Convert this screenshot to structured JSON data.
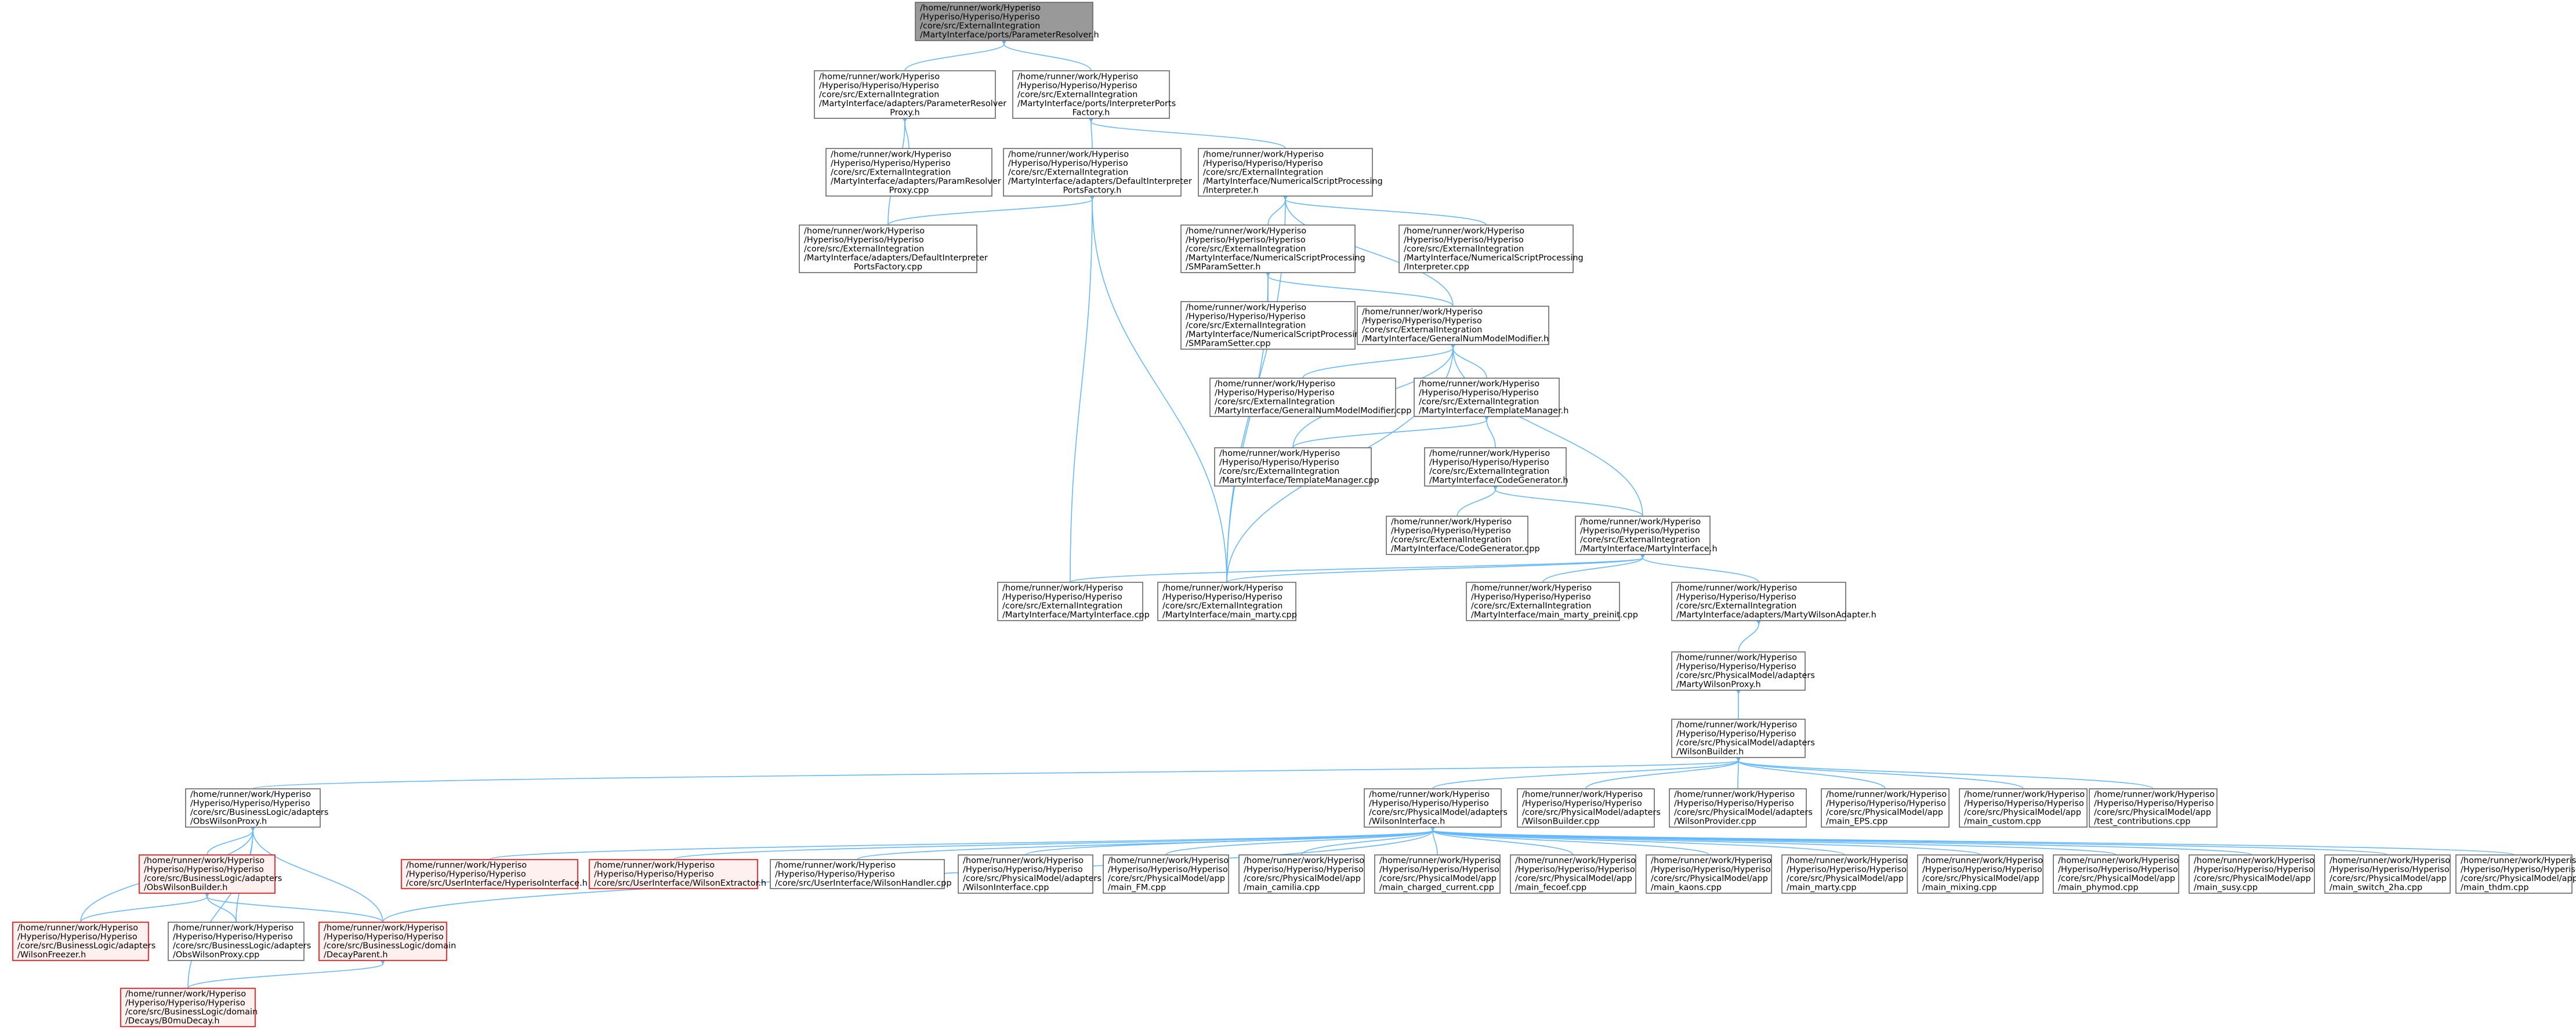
{
  "colors": {
    "edge": "#63b8ff",
    "node_border": "#666666",
    "node_fill": "#ffffff",
    "root_fill": "#999999",
    "root_border": "#666666",
    "red_border": "#ff0000",
    "red_fill": "#fff0f0"
  },
  "nodes": [
    {
      "id": "root",
      "style": "root",
      "lines": [
        "/home/runner/work/Hyperiso",
        "/Hyperiso/Hyperiso/Hyperiso",
        "/core/src/ExternalIntegration",
        "/MartyInterface/ports/ParameterResolver.h"
      ]
    },
    {
      "id": "paramresproxy_h",
      "style": "normal",
      "lines": [
        "/home/runner/work/Hyperiso",
        "/Hyperiso/Hyperiso/Hyperiso",
        "/core/src/ExternalIntegration",
        "/MartyInterface/adapters/ParameterResolver",
        "Proxy.h"
      ]
    },
    {
      "id": "interp_ports_factory_h",
      "style": "normal",
      "lines": [
        "/home/runner/work/Hyperiso",
        "/Hyperiso/Hyperiso/Hyperiso",
        "/core/src/ExternalIntegration",
        "/MartyInterface/ports/InterpreterPorts",
        "Factory.h"
      ]
    },
    {
      "id": "paramresproxy_cpp",
      "style": "normal",
      "lines": [
        "/home/runner/work/Hyperiso",
        "/Hyperiso/Hyperiso/Hyperiso",
        "/core/src/ExternalIntegration",
        "/MartyInterface/adapters/ParamResolver",
        "Proxy.cpp"
      ]
    },
    {
      "id": "default_interp_h",
      "style": "normal",
      "lines": [
        "/home/runner/work/Hyperiso",
        "/Hyperiso/Hyperiso/Hyperiso",
        "/core/src/ExternalIntegration",
        "/MartyInterface/adapters/DefaultInterpreter",
        "PortsFactory.h"
      ]
    },
    {
      "id": "interpreter_h",
      "style": "normal",
      "lines": [
        "/home/runner/work/Hyperiso",
        "/Hyperiso/Hyperiso/Hyperiso",
        "/core/src/ExternalIntegration",
        "/MartyInterface/NumericalScriptProcessing",
        "/Interpreter.h"
      ]
    },
    {
      "id": "default_interp_cpp",
      "style": "normal",
      "lines": [
        "/home/runner/work/Hyperiso",
        "/Hyperiso/Hyperiso/Hyperiso",
        "/core/src/ExternalIntegration",
        "/MartyInterface/adapters/DefaultInterpreter",
        "PortsFactory.cpp"
      ]
    },
    {
      "id": "smparam_h",
      "style": "normal",
      "lines": [
        "/home/runner/work/Hyperiso",
        "/Hyperiso/Hyperiso/Hyperiso",
        "/core/src/ExternalIntegration",
        "/MartyInterface/NumericalScriptProcessing",
        "/SMParamSetter.h"
      ]
    },
    {
      "id": "interpreter_cpp",
      "style": "normal",
      "lines": [
        "/home/runner/work/Hyperiso",
        "/Hyperiso/Hyperiso/Hyperiso",
        "/core/src/ExternalIntegration",
        "/MartyInterface/NumericalScriptProcessing",
        "/Interpreter.cpp"
      ]
    },
    {
      "id": "smparam_cpp",
      "style": "normal",
      "lines": [
        "/home/runner/work/Hyperiso",
        "/Hyperiso/Hyperiso/Hyperiso",
        "/core/src/ExternalIntegration",
        "/MartyInterface/NumericalScriptProcessing",
        "/SMParamSetter.cpp"
      ]
    },
    {
      "id": "gnm_h",
      "style": "normal",
      "lines": [
        "/home/runner/work/Hyperiso",
        "/Hyperiso/Hyperiso/Hyperiso",
        "/core/src/ExternalIntegration",
        "/MartyInterface/GeneralNumModelModifier.h"
      ]
    },
    {
      "id": "gnm_cpp",
      "style": "normal",
      "lines": [
        "/home/runner/work/Hyperiso",
        "/Hyperiso/Hyperiso/Hyperiso",
        "/core/src/ExternalIntegration",
        "/MartyInterface/GeneralNumModelModifier.cpp"
      ]
    },
    {
      "id": "tm_h",
      "style": "normal",
      "lines": [
        "/home/runner/work/Hyperiso",
        "/Hyperiso/Hyperiso/Hyperiso",
        "/core/src/ExternalIntegration",
        "/MartyInterface/TemplateManager.h"
      ]
    },
    {
      "id": "tm_cpp",
      "style": "normal",
      "lines": [
        "/home/runner/work/Hyperiso",
        "/Hyperiso/Hyperiso/Hyperiso",
        "/core/src/ExternalIntegration",
        "/MartyInterface/TemplateManager.cpp"
      ]
    },
    {
      "id": "cg_h",
      "style": "normal",
      "lines": [
        "/home/runner/work/Hyperiso",
        "/Hyperiso/Hyperiso/Hyperiso",
        "/core/src/ExternalIntegration",
        "/MartyInterface/CodeGenerator.h"
      ]
    },
    {
      "id": "cg_cpp",
      "style": "normal",
      "lines": [
        "/home/runner/work/Hyperiso",
        "/Hyperiso/Hyperiso/Hyperiso",
        "/core/src/ExternalIntegration",
        "/MartyInterface/CodeGenerator.cpp"
      ]
    },
    {
      "id": "mi_h",
      "style": "normal",
      "lines": [
        "/home/runner/work/Hyperiso",
        "/Hyperiso/Hyperiso/Hyperiso",
        "/core/src/ExternalIntegration",
        "/MartyInterface/MartyInterface.h"
      ]
    },
    {
      "id": "mi_cpp",
      "style": "normal",
      "lines": [
        "/home/runner/work/Hyperiso",
        "/Hyperiso/Hyperiso/Hyperiso",
        "/core/src/ExternalIntegration",
        "/MartyInterface/MartyInterface.cpp"
      ]
    },
    {
      "id": "main_marty",
      "style": "normal",
      "lines": [
        "/home/runner/work/Hyperiso",
        "/Hyperiso/Hyperiso/Hyperiso",
        "/core/src/ExternalIntegration",
        "/MartyInterface/main_marty.cpp"
      ]
    },
    {
      "id": "main_marty_preinit",
      "style": "normal",
      "lines": [
        "/home/runner/work/Hyperiso",
        "/Hyperiso/Hyperiso/Hyperiso",
        "/core/src/ExternalIntegration",
        "/MartyInterface/main_marty_preinit.cpp"
      ]
    },
    {
      "id": "mwa_h",
      "style": "normal",
      "lines": [
        "/home/runner/work/Hyperiso",
        "/Hyperiso/Hyperiso/Hyperiso",
        "/core/src/ExternalIntegration",
        "/MartyInterface/adapters/MartyWilsonAdapter.h"
      ]
    },
    {
      "id": "mwp_h",
      "style": "normal",
      "lines": [
        "/home/runner/work/Hyperiso",
        "/Hyperiso/Hyperiso/Hyperiso",
        "/core/src/PhysicalModel/adapters",
        "/MartyWilsonProxy.h"
      ]
    },
    {
      "id": "wb_h",
      "style": "normal",
      "lines": [
        "/home/runner/work/Hyperiso",
        "/Hyperiso/Hyperiso/Hyperiso",
        "/core/src/PhysicalModel/adapters",
        "/WilsonBuilder.h"
      ]
    },
    {
      "id": "obswp_h",
      "style": "normal",
      "lines": [
        "/home/runner/work/Hyperiso",
        "/Hyperiso/Hyperiso/Hyperiso",
        "/core/src/BusinessLogic/adapters",
        "/ObsWilsonProxy.h"
      ]
    },
    {
      "id": "wi_h",
      "style": "normal",
      "lines": [
        "/home/runner/work/Hyperiso",
        "/Hyperiso/Hyperiso/Hyperiso",
        "/core/src/PhysicalModel/adapters",
        "/WilsonInterface.h"
      ]
    },
    {
      "id": "wb_cpp",
      "style": "normal",
      "lines": [
        "/home/runner/work/Hyperiso",
        "/Hyperiso/Hyperiso/Hyperiso",
        "/core/src/PhysicalModel/adapters",
        "/WilsonBuilder.cpp"
      ]
    },
    {
      "id": "wp_cpp",
      "style": "normal",
      "lines": [
        "/home/runner/work/Hyperiso",
        "/Hyperiso/Hyperiso/Hyperiso",
        "/core/src/PhysicalModel/adapters",
        "/WilsonProvider.cpp"
      ]
    },
    {
      "id": "main_eps",
      "style": "normal",
      "lines": [
        "/home/runner/work/Hyperiso",
        "/Hyperiso/Hyperiso/Hyperiso",
        "/core/src/PhysicalModel/app",
        "/main_EPS.cpp"
      ]
    },
    {
      "id": "main_custom",
      "style": "normal",
      "lines": [
        "/home/runner/work/Hyperiso",
        "/Hyperiso/Hyperiso/Hyperiso",
        "/core/src/PhysicalModel/app",
        "/main_custom.cpp"
      ]
    },
    {
      "id": "test_contrib",
      "style": "normal",
      "lines": [
        "/home/runner/work/Hyperiso",
        "/Hyperiso/Hyperiso/Hyperiso",
        "/core/src/PhysicalModel/app",
        "/test_contributions.cpp"
      ]
    },
    {
      "id": "obswb_h",
      "style": "red",
      "lines": [
        "/home/runner/work/Hyperiso",
        "/Hyperiso/Hyperiso/Hyperiso",
        "/core/src/BusinessLogic/adapters",
        "/ObsWilsonBuilder.h"
      ]
    },
    {
      "id": "ui_hyper",
      "style": "red",
      "lines": [
        "/home/runner/work/Hyperiso",
        "/Hyperiso/Hyperiso/Hyperiso",
        "/core/src/UserInterface/HyperisoInterface.h"
      ]
    },
    {
      "id": "ui_we",
      "style": "red",
      "lines": [
        "/home/runner/work/Hyperiso",
        "/Hyperiso/Hyperiso/Hyperiso",
        "/core/src/UserInterface/WilsonExtractor.h"
      ]
    },
    {
      "id": "ui_wh",
      "style": "normal",
      "lines": [
        "/home/runner/work/Hyperiso",
        "/Hyperiso/Hyperiso/Hyperiso",
        "/core/src/UserInterface/WilsonHandler.cpp"
      ]
    },
    {
      "id": "wi_cpp",
      "style": "normal",
      "lines": [
        "/home/runner/work/Hyperiso",
        "/Hyperiso/Hyperiso/Hyperiso",
        "/core/src/PhysicalModel/adapters",
        "/WilsonInterface.cpp"
      ]
    },
    {
      "id": "main_fm",
      "style": "normal",
      "lines": [
        "/home/runner/work/Hyperiso",
        "/Hyperiso/Hyperiso/Hyperiso",
        "/core/src/PhysicalModel/app",
        "/main_FM.cpp"
      ]
    },
    {
      "id": "main_camilia",
      "style": "normal",
      "lines": [
        "/home/runner/work/Hyperiso",
        "/Hyperiso/Hyperiso/Hyperiso",
        "/core/src/PhysicalModel/app",
        "/main_camilia.cpp"
      ]
    },
    {
      "id": "main_charged",
      "style": "normal",
      "lines": [
        "/home/runner/work/Hyperiso",
        "/Hyperiso/Hyperiso/Hyperiso",
        "/core/src/PhysicalModel/app",
        "/main_charged_current.cpp"
      ]
    },
    {
      "id": "main_fecoef",
      "style": "normal",
      "lines": [
        "/home/runner/work/Hyperiso",
        "/Hyperiso/Hyperiso/Hyperiso",
        "/core/src/PhysicalModel/app",
        "/main_fecoef.cpp"
      ]
    },
    {
      "id": "main_kaons",
      "style": "normal",
      "lines": [
        "/home/runner/work/Hyperiso",
        "/Hyperiso/Hyperiso/Hyperiso",
        "/core/src/PhysicalModel/app",
        "/main_kaons.cpp"
      ]
    },
    {
      "id": "main_marty_pm",
      "style": "normal",
      "lines": [
        "/home/runner/work/Hyperiso",
        "/Hyperiso/Hyperiso/Hyperiso",
        "/core/src/PhysicalModel/app",
        "/main_marty.cpp"
      ]
    },
    {
      "id": "main_mixing",
      "style": "normal",
      "lines": [
        "/home/runner/work/Hyperiso",
        "/Hyperiso/Hyperiso/Hyperiso",
        "/core/src/PhysicalModel/app",
        "/main_mixing.cpp"
      ]
    },
    {
      "id": "main_phymod",
      "style": "normal",
      "lines": [
        "/home/runner/work/Hyperiso",
        "/Hyperiso/Hyperiso/Hyperiso",
        "/core/src/PhysicalModel/app",
        "/main_phymod.cpp"
      ]
    },
    {
      "id": "main_susy",
      "style": "normal",
      "lines": [
        "/home/runner/work/Hyperiso",
        "/Hyperiso/Hyperiso/Hyperiso",
        "/core/src/PhysicalModel/app",
        "/main_susy.cpp"
      ]
    },
    {
      "id": "main_switch",
      "style": "normal",
      "lines": [
        "/home/runner/work/Hyperiso",
        "/Hyperiso/Hyperiso/Hyperiso",
        "/core/src/PhysicalModel/app",
        "/main_switch_2ha.cpp"
      ]
    },
    {
      "id": "main_thdm",
      "style": "normal",
      "lines": [
        "/home/runner/work/Hyperiso",
        "/Hyperiso/Hyperiso/Hyperiso",
        "/core/src/PhysicalModel/app",
        "/main_thdm.cpp"
      ]
    },
    {
      "id": "wf_h",
      "style": "red",
      "lines": [
        "/home/runner/work/Hyperiso",
        "/Hyperiso/Hyperiso/Hyperiso",
        "/core/src/BusinessLogic/adapters",
        "/WilsonFreezer.h"
      ]
    },
    {
      "id": "obswp_cpp",
      "style": "normal",
      "lines": [
        "/home/runner/work/Hyperiso",
        "/Hyperiso/Hyperiso/Hyperiso",
        "/core/src/BusinessLogic/adapters",
        "/ObsWilsonProxy.cpp"
      ]
    },
    {
      "id": "dp_h",
      "style": "red",
      "lines": [
        "/home/runner/work/Hyperiso",
        "/Hyperiso/Hyperiso/Hyperiso",
        "/core/src/BusinessLogic/domain",
        "/DecayParent.h"
      ]
    },
    {
      "id": "b0d_h",
      "style": "red",
      "lines": [
        "/home/runner/work/Hyperiso",
        "/Hyperiso/Hyperiso/Hyperiso",
        "/core/src/BusinessLogic/domain",
        "/Decays/B0muDecay.h"
      ]
    }
  ],
  "edges": [
    [
      "root",
      "paramresproxy_h"
    ],
    [
      "root",
      "interp_ports_factory_h"
    ],
    [
      "paramresproxy_h",
      "paramresproxy_cpp"
    ],
    [
      "paramresproxy_h",
      "default_interp_cpp"
    ],
    [
      "interp_ports_factory_h",
      "default_interp_h"
    ],
    [
      "interp_ports_factory_h",
      "interpreter_h"
    ],
    [
      "default_interp_h",
      "default_interp_cpp"
    ],
    [
      "default_interp_h",
      "mi_cpp"
    ],
    [
      "default_interp_h",
      "main_marty"
    ],
    [
      "interpreter_h",
      "smparam_h"
    ],
    [
      "interpreter_h",
      "interpreter_cpp"
    ],
    [
      "interpreter_h",
      "gnm_h"
    ],
    [
      "interpreter_h",
      "main_marty"
    ],
    [
      "smparam_h",
      "smparam_cpp"
    ],
    [
      "smparam_h",
      "gnm_h"
    ],
    [
      "smparam_h",
      "main_marty"
    ],
    [
      "gnm_h",
      "gnm_cpp"
    ],
    [
      "gnm_h",
      "tm_h"
    ],
    [
      "gnm_h",
      "tm_cpp"
    ],
    [
      "gnm_h",
      "mi_h"
    ],
    [
      "gnm_h",
      "main_marty"
    ],
    [
      "tm_h",
      "tm_cpp"
    ],
    [
      "tm_h",
      "cg_h"
    ],
    [
      "cg_h",
      "cg_cpp"
    ],
    [
      "cg_h",
      "mi_h"
    ],
    [
      "mi_h",
      "mi_cpp"
    ],
    [
      "mi_h",
      "main_marty"
    ],
    [
      "mi_h",
      "main_marty_preinit"
    ],
    [
      "mi_h",
      "mwa_h"
    ],
    [
      "mwa_h",
      "mwp_h"
    ],
    [
      "mwp_h",
      "wb_h"
    ],
    [
      "wb_h",
      "obswp_h"
    ],
    [
      "wb_h",
      "wi_h"
    ],
    [
      "wb_h",
      "wb_cpp"
    ],
    [
      "wb_h",
      "wp_cpp"
    ],
    [
      "wb_h",
      "main_eps"
    ],
    [
      "wb_h",
      "main_custom"
    ],
    [
      "wb_h",
      "test_contrib"
    ],
    [
      "obswp_h",
      "obswb_h"
    ],
    [
      "obswp_h",
      "wf_h"
    ],
    [
      "obswp_h",
      "obswp_cpp"
    ],
    [
      "obswp_h",
      "dp_h"
    ],
    [
      "obswp_h",
      "b0d_h"
    ],
    [
      "obswb_h",
      "wf_h"
    ],
    [
      "obswb_h",
      "obswp_cpp"
    ],
    [
      "obswb_h",
      "dp_h"
    ],
    [
      "dp_h",
      "b0d_h"
    ],
    [
      "wi_h",
      "ui_hyper"
    ],
    [
      "wi_h",
      "ui_we"
    ],
    [
      "wi_h",
      "ui_wh"
    ],
    [
      "wi_h",
      "wi_cpp"
    ],
    [
      "wi_h",
      "main_fm"
    ],
    [
      "wi_h",
      "main_camilia"
    ],
    [
      "wi_h",
      "main_charged"
    ],
    [
      "wi_h",
      "main_fecoef"
    ],
    [
      "wi_h",
      "main_kaons"
    ],
    [
      "wi_h",
      "main_marty_pm"
    ],
    [
      "wi_h",
      "main_mixing"
    ],
    [
      "wi_h",
      "main_phymod"
    ],
    [
      "wi_h",
      "main_susy"
    ],
    [
      "wi_h",
      "main_switch"
    ],
    [
      "wi_h",
      "main_thdm"
    ],
    [
      "wi_h",
      "dp_h"
    ]
  ]
}
